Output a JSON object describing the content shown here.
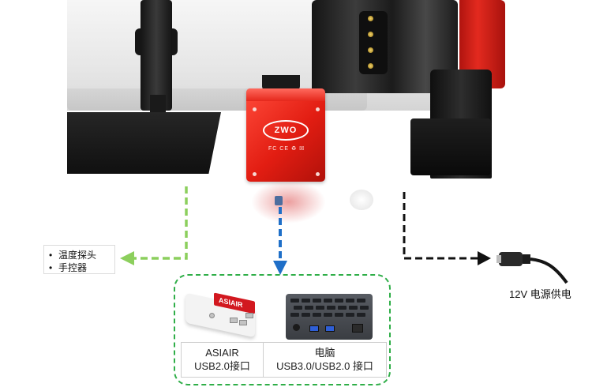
{
  "accessories": {
    "items": [
      "温度探头",
      "手控器"
    ]
  },
  "power": {
    "label": "12V 电源供电"
  },
  "camera": {
    "logo": "ZWO",
    "marks": "FC CE ♻ ☒"
  },
  "devices": {
    "asiair": {
      "logo": "ASIAIR",
      "name": "ASIAIR",
      "port": "USB2.0接口"
    },
    "computer": {
      "name": "电脑",
      "port": "USB3.0/USB2.0 接口"
    }
  },
  "colors": {
    "left_arrow": "#8ccf5d",
    "center_arrow": "#1f6fc8",
    "right_arrow": "#111111",
    "container_border": "#2fae48",
    "camera_red": "#e21d12"
  }
}
